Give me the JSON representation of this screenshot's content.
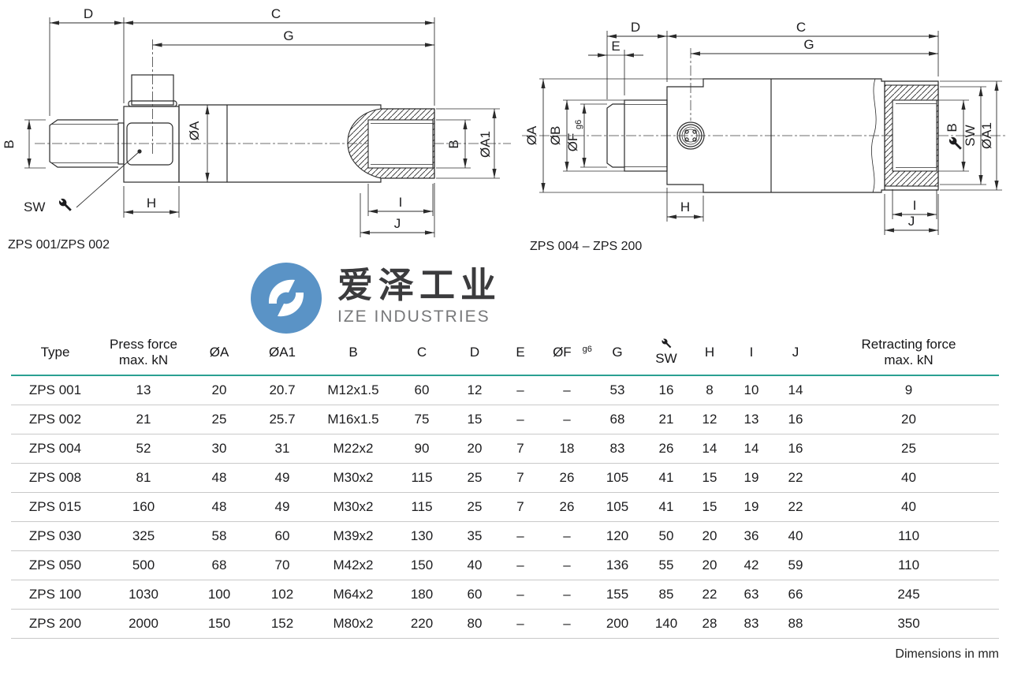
{
  "page": {
    "footer": "Dimensions in mm"
  },
  "diagrams": {
    "left": {
      "caption": "ZPS 001/ZPS 002",
      "labels": {
        "D": "D",
        "C": "C",
        "G": "G",
        "B_left": "B",
        "OA": "ØA",
        "SW": "SW",
        "H": "H",
        "B_right": "B",
        "OA1": "ØA1",
        "I": "I",
        "J": "J"
      }
    },
    "right": {
      "caption": "ZPS 004 – ZPS 200",
      "labels": {
        "D": "D",
        "E": "E",
        "C": "C",
        "G": "G",
        "OA": "ØA",
        "OB": "ØB",
        "OF": "ØF",
        "OF_sub": "g6",
        "H": "H",
        "B": "B",
        "SW": "SW",
        "OA1": "ØA1",
        "I": "I",
        "J": "J"
      }
    }
  },
  "logo": {
    "cn": "爱泽工业",
    "en": "IZE INDUSTRIES",
    "circle_color": "#5a93c6"
  },
  "table": {
    "accent_color": "#2aa092",
    "headers": [
      {
        "t": "Type"
      },
      {
        "t": "Press force",
        "t2": "max. kN"
      },
      {
        "t": "ØA"
      },
      {
        "t": "ØA1"
      },
      {
        "t": "B"
      },
      {
        "t": "C"
      },
      {
        "t": "D"
      },
      {
        "t": "E"
      },
      {
        "t": "ØF",
        "sub": "g6"
      },
      {
        "t": "G"
      },
      {
        "t": "SW",
        "icon": "wrench"
      },
      {
        "t": "H"
      },
      {
        "t": "I"
      },
      {
        "t": "J"
      },
      {
        "t": "Retracting force",
        "t2": "max. kN"
      }
    ],
    "rows": [
      [
        "ZPS 001",
        "13",
        "20",
        "20.7",
        "M12x1.5",
        "60",
        "12",
        "–",
        "–",
        "53",
        "16",
        "8",
        "10",
        "14",
        "9"
      ],
      [
        "ZPS 002",
        "21",
        "25",
        "25.7",
        "M16x1.5",
        "75",
        "15",
        "–",
        "–",
        "68",
        "21",
        "12",
        "13",
        "16",
        "20"
      ],
      [
        "ZPS 004",
        "52",
        "30",
        "31",
        "M22x2",
        "90",
        "20",
        "7",
        "18",
        "83",
        "26",
        "14",
        "14",
        "16",
        "25"
      ],
      [
        "ZPS 008",
        "81",
        "48",
        "49",
        "M30x2",
        "115",
        "25",
        "7",
        "26",
        "105",
        "41",
        "15",
        "19",
        "22",
        "40"
      ],
      [
        "ZPS 015",
        "160",
        "48",
        "49",
        "M30x2",
        "115",
        "25",
        "7",
        "26",
        "105",
        "41",
        "15",
        "19",
        "22",
        "40"
      ],
      [
        "ZPS 030",
        "325",
        "58",
        "60",
        "M39x2",
        "130",
        "35",
        "–",
        "–",
        "120",
        "50",
        "20",
        "36",
        "40",
        "110"
      ],
      [
        "ZPS 050",
        "500",
        "68",
        "70",
        "M42x2",
        "150",
        "40",
        "–",
        "–",
        "136",
        "55",
        "20",
        "42",
        "59",
        "110"
      ],
      [
        "ZPS 100",
        "1030",
        "100",
        "102",
        "M64x2",
        "180",
        "60",
        "–",
        "–",
        "155",
        "85",
        "22",
        "63",
        "66",
        "245"
      ],
      [
        "ZPS 200",
        "2000",
        "150",
        "152",
        "M80x2",
        "220",
        "80",
        "–",
        "–",
        "200",
        "140",
        "28",
        "83",
        "88",
        "350"
      ]
    ]
  }
}
